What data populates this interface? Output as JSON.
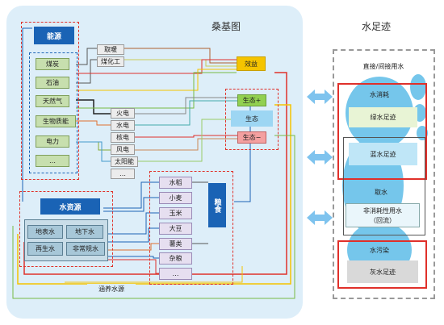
{
  "sankey": {
    "title": "桑基图",
    "energy_label": "能源",
    "energy_items": [
      "煤炭",
      "石油",
      "天然气",
      "生物质能",
      "电力",
      "…"
    ],
    "processes": [
      "取暖",
      "煤化工"
    ],
    "power_items": [
      "火电",
      "水电",
      "核电",
      "风电",
      "太阳能",
      "…"
    ],
    "water_label": "水资源",
    "water_items": [
      "地表水",
      "地下水",
      "再生水",
      "非常规水"
    ],
    "crops": [
      "水稻",
      "小麦",
      "玉米",
      "大豆",
      "薯类",
      "杂粮",
      "…"
    ],
    "grain_label": "粮食",
    "benefit_label": "效益",
    "eco_pos": "生态+",
    "eco": "生态",
    "eco_neg": "生态−",
    "conservation_label": "涵养水源"
  },
  "footprint": {
    "title": "水足迹",
    "header": "直接/间接用水",
    "consumption": "水消耗",
    "green": "绿水足迹",
    "blue": "蓝水足迹",
    "withdrawal": "取水",
    "nonconsumptive_line1": "非消耗性用水",
    "nonconsumptive_line2": "（回流）",
    "pollution": "水污染",
    "grey": "灰水足迹"
  },
  "colors": {
    "panel_bg": "#ddeef9",
    "accent_blue": "#1a63b5",
    "energy_green": "#c7dfae",
    "crop_purple": "#e6dff0",
    "water_slate": "#a7c7d8",
    "dashed_red": "#e0302a",
    "benefit_yellow": "#f5c400",
    "eco_green": "#92d050",
    "eco_blue": "#9dd6f3",
    "eco_red": "#f4a0a0",
    "arrow_blue": "#7ec3ee",
    "foot_blue": "#5dbde8"
  },
  "icons": [
    "footprint-icon",
    "double-arrow-icon"
  ]
}
